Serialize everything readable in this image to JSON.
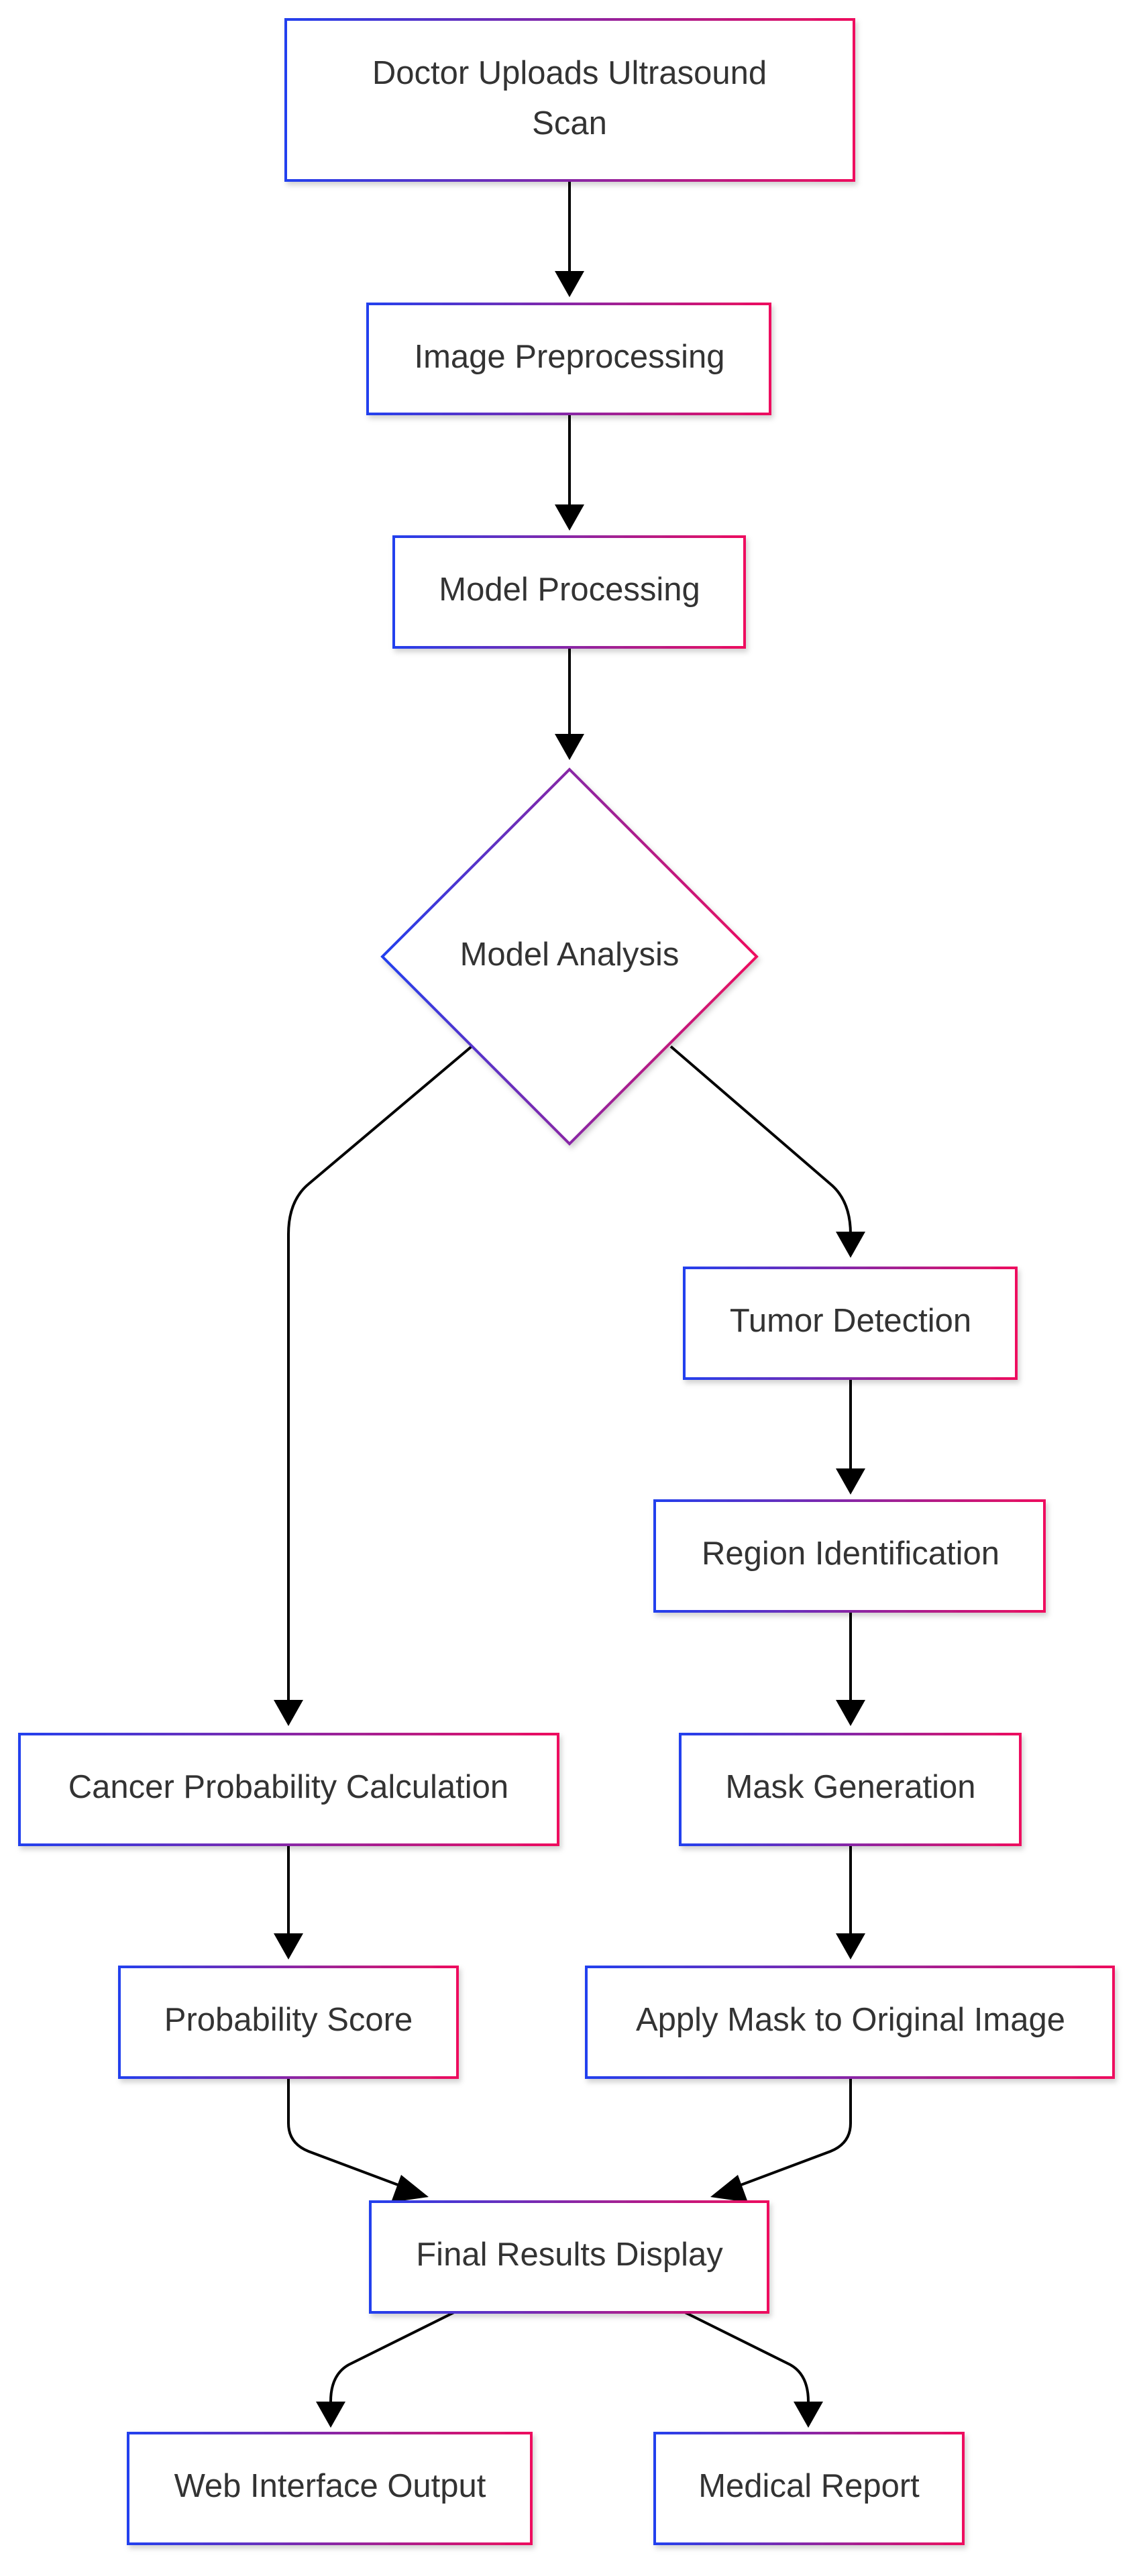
{
  "colors": {
    "border_gradient_start": "#2340ee",
    "border_gradient_end": "#ee0e5e",
    "node_fill": "#ffffff",
    "text": "#333333",
    "edge": "#000000"
  },
  "nodes": {
    "upload": {
      "label_line1": "Doctor Uploads Ultrasound",
      "label_line2": "Scan"
    },
    "preprocess": {
      "label": "Image Preprocessing"
    },
    "model_processing": {
      "label": "Model Processing"
    },
    "model_analysis": {
      "label": "Model Analysis"
    },
    "tumor_detection": {
      "label": "Tumor Detection"
    },
    "region_identification": {
      "label": "Region Identification"
    },
    "mask_generation": {
      "label": "Mask Generation"
    },
    "cancer_probability": {
      "label": "Cancer Probability Calculation"
    },
    "probability_score": {
      "label": "Probability Score"
    },
    "apply_mask": {
      "label": "Apply Mask to Original Image"
    },
    "final_results": {
      "label": "Final Results Display"
    },
    "web_interface": {
      "label": "Web Interface Output"
    },
    "medical_report": {
      "label": "Medical Report"
    }
  },
  "edges": [
    {
      "from": "upload",
      "to": "preprocess"
    },
    {
      "from": "preprocess",
      "to": "model_processing"
    },
    {
      "from": "model_processing",
      "to": "model_analysis"
    },
    {
      "from": "model_analysis",
      "to": "cancer_probability"
    },
    {
      "from": "model_analysis",
      "to": "tumor_detection"
    },
    {
      "from": "tumor_detection",
      "to": "region_identification"
    },
    {
      "from": "region_identification",
      "to": "mask_generation"
    },
    {
      "from": "mask_generation",
      "to": "apply_mask"
    },
    {
      "from": "cancer_probability",
      "to": "probability_score"
    },
    {
      "from": "probability_score",
      "to": "final_results"
    },
    {
      "from": "apply_mask",
      "to": "final_results"
    },
    {
      "from": "final_results",
      "to": "web_interface"
    },
    {
      "from": "final_results",
      "to": "medical_report"
    }
  ]
}
